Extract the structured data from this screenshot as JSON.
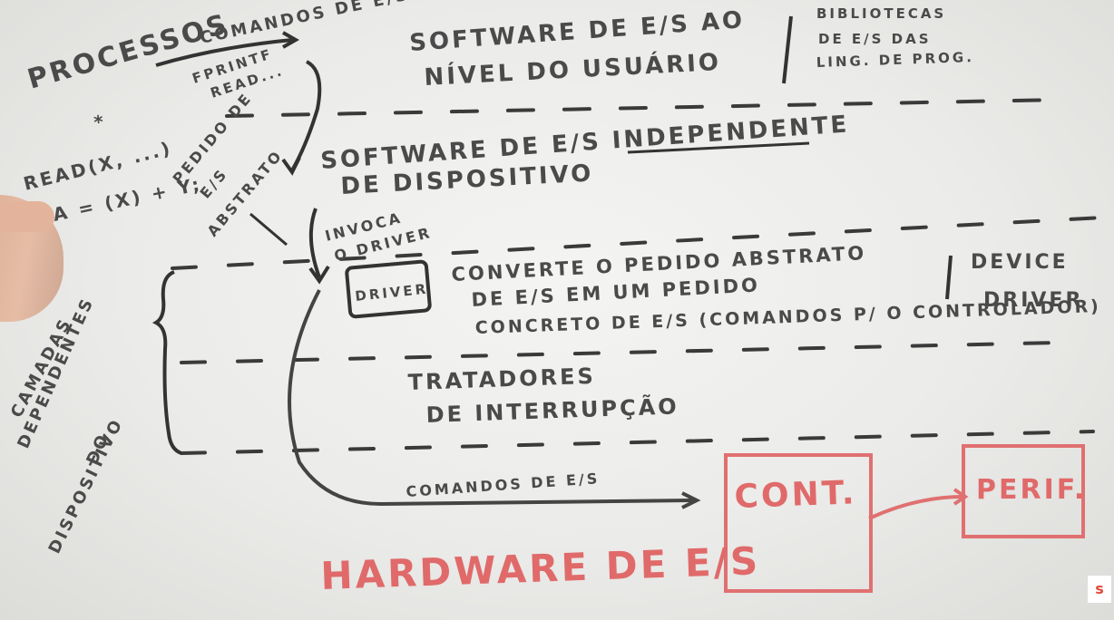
{
  "left": {
    "processos": "PROCESSOS",
    "read_call": "READ(X, ...)",
    "assign": "A = (X) + Y;",
    "star": "*",
    "camadas": [
      "CAMADAS",
      "DEPENDENTES",
      "DO",
      "DISPOSITIVO"
    ]
  },
  "arrows": {
    "comandos_es": "COMANDOS DE E/S",
    "fprintf": "FPRINTF",
    "read": "READ...",
    "pedido": [
      "PEDIDO DE",
      "E/S",
      "ABSTRATO"
    ],
    "invoca": [
      "INVOCA",
      "O DRIVER"
    ],
    "comandos_bottom": "COMANDOS DE E/S"
  },
  "layers": {
    "user": [
      "SOFTWARE DE E/S AO",
      "NÍVEL DO USUÁRIO"
    ],
    "bibliotecas": [
      "BIBLIOTECAS",
      "DE E/S DAS",
      "LING. DE PROG."
    ],
    "independent": [
      "SOFTWARE DE E/S INDEPENDENTE",
      "DE DISPOSITIVO"
    ],
    "driver_box": "DRIVER",
    "driver_desc": [
      "CONVERTE O PEDIDO ABSTRATO",
      "DE E/S EM UM PEDIDO",
      "CONCRETO DE E/S (COMANDOS P/ O CONTROLADOR)"
    ],
    "device_driver": [
      "DEVICE",
      "DRIVER"
    ],
    "interrupts": [
      "TRATADORES",
      "DE INTERRUPÇÃO"
    ]
  },
  "hardware": {
    "title": "HARDWARE DE E/S",
    "controller": "CONT.",
    "peripheral": "PERIF."
  },
  "corner_logo": "s"
}
